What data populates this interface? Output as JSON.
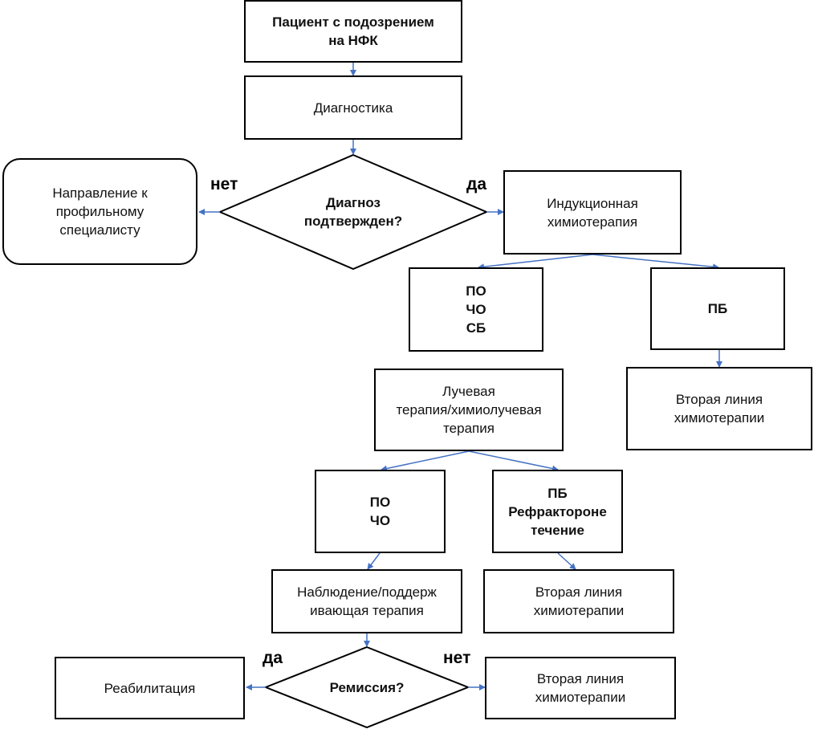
{
  "nodes": {
    "start": "Пациент с подозрением\nна НФК",
    "diagnostics": "Диагностика",
    "diagnosis_confirmed": "Диагноз\nподтвержден?",
    "referral": "Направление к\nпрофильному\nспециалисту",
    "induction_chemo": "Индукционная\nхимиотерапия",
    "po_cho_sb": "ПО\nЧО\nСБ",
    "pb_1": "ПБ",
    "second_line_1": "Вторая линия\nхимиотерапии",
    "radiation": "Лучевая\nтерапия/химиолучевая\nтерапия",
    "po_cho": "ПО\nЧО",
    "pb_refractory": "ПБ\nРефрактороне\nтечение",
    "observation": "Наблюдение/поддерж\nивающая терапия",
    "second_line_2": "Вторая линия\nхимиотерапии",
    "remission": "Ремиссия?",
    "rehabilitation": "Реабилитация",
    "second_line_3": "Вторая линия\nхимиотерапии"
  },
  "edge_labels": {
    "diag_no": "нет",
    "diag_yes": "да",
    "rem_yes": "да",
    "rem_no": "нет"
  },
  "colors": {
    "arrow": "#4472C4",
    "border": "#000000"
  }
}
